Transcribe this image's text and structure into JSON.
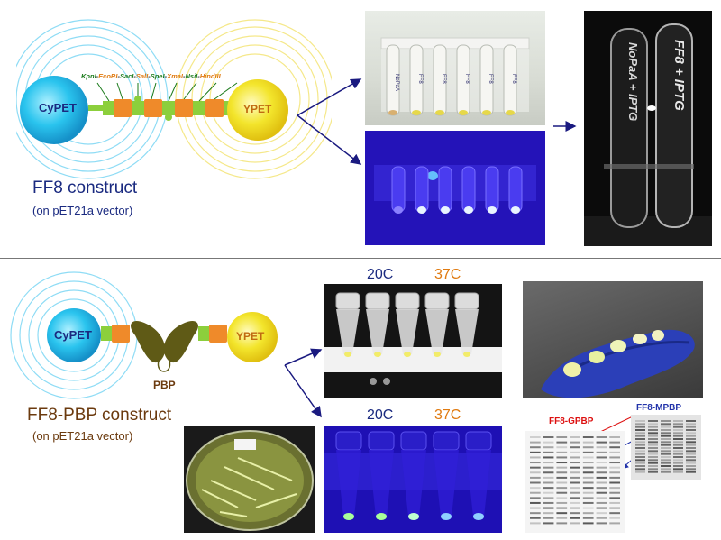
{
  "top": {
    "title": "FF8 construct",
    "vector": "(on pET21a vector)",
    "donor": "CyPET",
    "acceptor": "YPET",
    "sites": [
      {
        "text": "KpnI",
        "color": "#1a7a1a"
      },
      {
        "text": "-",
        "color": "#222222"
      },
      {
        "text": "EcoRI",
        "color": "#e07a10"
      },
      {
        "text": "-",
        "color": "#222222"
      },
      {
        "text": "SacI",
        "color": "#1a7a1a"
      },
      {
        "text": "-",
        "color": "#222222"
      },
      {
        "text": "SalI",
        "color": "#e07a10"
      },
      {
        "text": "-",
        "color": "#222222"
      },
      {
        "text": "SpeI",
        "color": "#1a7a1a"
      },
      {
        "text": "-",
        "color": "#222222"
      },
      {
        "text": "XmaI",
        "color": "#e07a10"
      },
      {
        "text": "-",
        "color": "#222222"
      },
      {
        "text": "NsiI",
        "color": "#1a7a1a"
      },
      {
        "text": "-",
        "color": "#222222"
      },
      {
        "text": "HindIII",
        "color": "#e07a10"
      }
    ],
    "tube_labels": [
      "NoPaA",
      "FF8",
      "FF8",
      "FF8",
      "FF8",
      "FF8"
    ],
    "photo_tubes": {
      "left": "NoPaA + IPTG",
      "right": "FF8 + IPTG"
    }
  },
  "bottom": {
    "title": "FF8-PBP construct",
    "vector": "(on pET21a vector)",
    "donor": "CyPET",
    "acceptor": "YPET",
    "binding_protein": "PBP",
    "temp_low": "20C",
    "temp_high": "37C",
    "gel_label_1": "FF8-GPBP",
    "gel_label_2": "FF8-MPBP"
  },
  "colors": {
    "cypet": "#2ac4ee",
    "ypet": "#f3e52c",
    "linker_green": "#8ccf3c",
    "linker_orange": "#ef8a2a",
    "pbp": "#5f5a16",
    "title_blue": "#1a2a80",
    "title_brown": "#6b3a0e",
    "arrow": "#1a1a80",
    "temp_high": "#e07a10",
    "gel_red": "#dd1111",
    "gel_blue": "#2233aa"
  }
}
